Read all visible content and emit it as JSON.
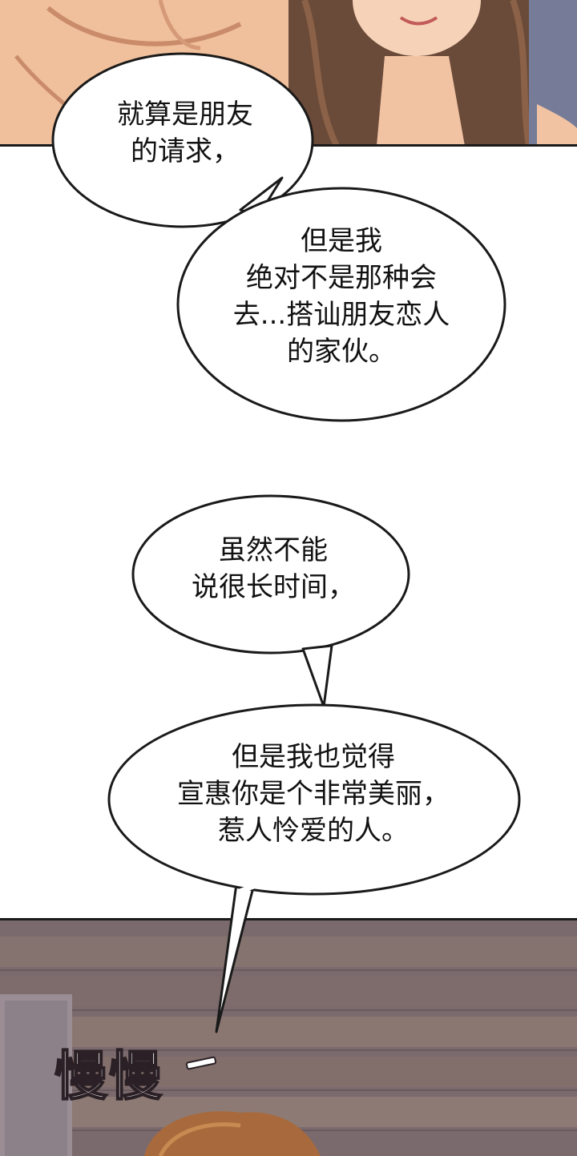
{
  "bubbles": [
    {
      "text": "就算是朋友\n的请求，"
    },
    {
      "text": "但是我\n绝对不是那种会\n去...搭讪朋友恋人\n的家伙。"
    },
    {
      "text": "虽然不能\n说很长时间，"
    },
    {
      "text": "但是我也觉得\n宣惠你是个非常美丽，\n惹人怜爱的人。"
    }
  ],
  "sfx": {
    "text": "慢慢"
  },
  "colors": {
    "bubble_fill": "#ffffff",
    "bubble_stroke": "#1a1a1a",
    "page_bg": "#ffffff"
  }
}
